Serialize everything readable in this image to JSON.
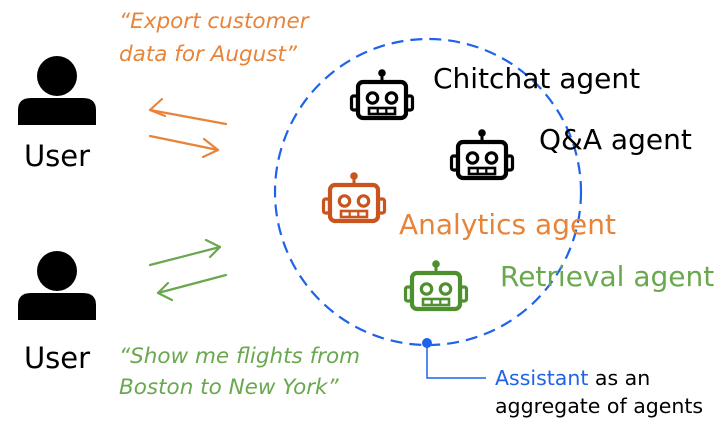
{
  "colors": {
    "orange": "#E8843A",
    "green": "#6AA84F",
    "blue": "#1F63E8",
    "dark": "#000000",
    "analytics_robot": "#C9541E",
    "retrieval_robot": "#4E8F2E"
  },
  "icons": {
    "user": "user-icon",
    "robot": "robot-icon"
  },
  "users": [
    {
      "label": "User"
    },
    {
      "label": "User"
    }
  ],
  "requests": [
    {
      "line1": "“Export customer",
      "line2": "data for August”"
    },
    {
      "line1": "“Show me flights from",
      "line2": "Boston to New York”"
    }
  ],
  "agents": [
    {
      "label": "Chitchat agent"
    },
    {
      "label": "Q&A agent"
    },
    {
      "label": "Analytics agent"
    },
    {
      "label": "Retrieval agent"
    }
  ],
  "assistant": {
    "keyword": "Assistant",
    "rest": " as an",
    "line2": "aggregate of agents"
  }
}
